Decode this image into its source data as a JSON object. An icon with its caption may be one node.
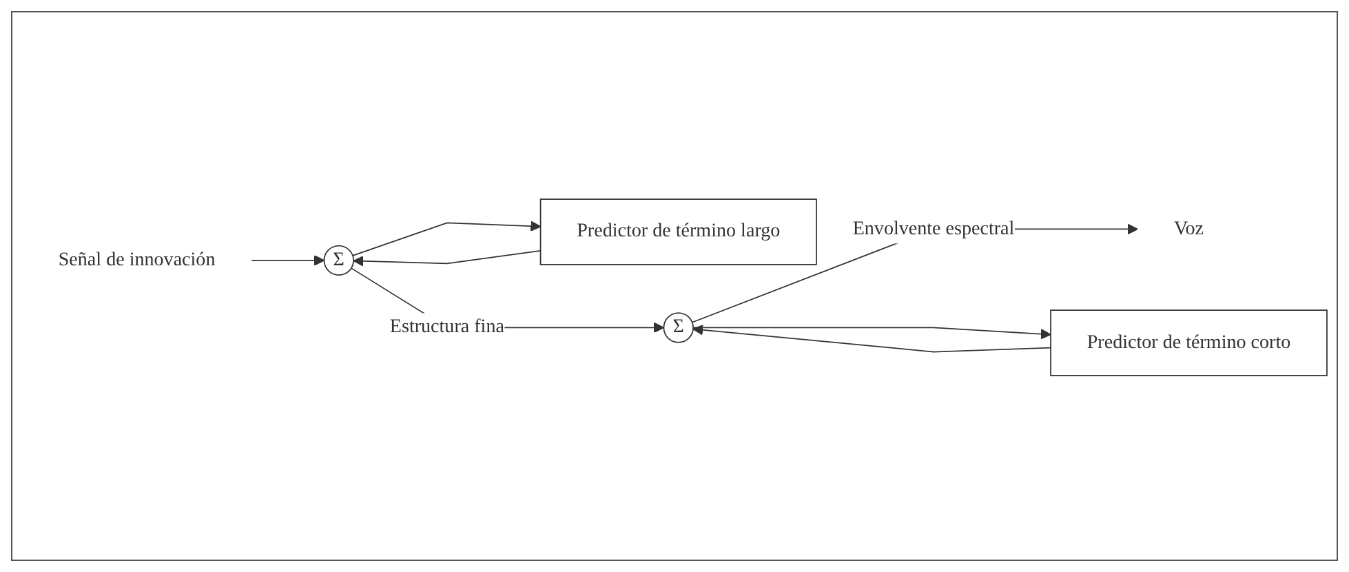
{
  "diagram": {
    "nodes": [
      {
        "text": [
          "Señal de innovación"
        ]
      },
      {
        "text": [
          "Σ"
        ]
      },
      {
        "text": [
          "Predictor de término largo"
        ]
      },
      {
        "text": [
          "Σ"
        ]
      },
      {
        "text": [
          "Predictor de término corto"
        ]
      },
      {
        "text": [
          "Voz"
        ]
      }
    ],
    "edges": [
      {
        "from": 0,
        "to": 1,
        "arrow": "to"
      },
      {
        "from": 1,
        "to": 3,
        "arrow": "to",
        "label": "Estructura fina"
      },
      {
        "from": 1,
        "to": 2,
        "arrow": "to"
      },
      {
        "from": 2,
        "to": 1,
        "arrow": "to"
      },
      {
        "from": 3,
        "to": 5,
        "arrow": "to",
        "label": "Envolvente espectral"
      },
      {
        "from": 3,
        "to": 4,
        "arrow": "to"
      },
      {
        "from": 4,
        "to": 3,
        "arrow": "to"
      }
    ]
  }
}
